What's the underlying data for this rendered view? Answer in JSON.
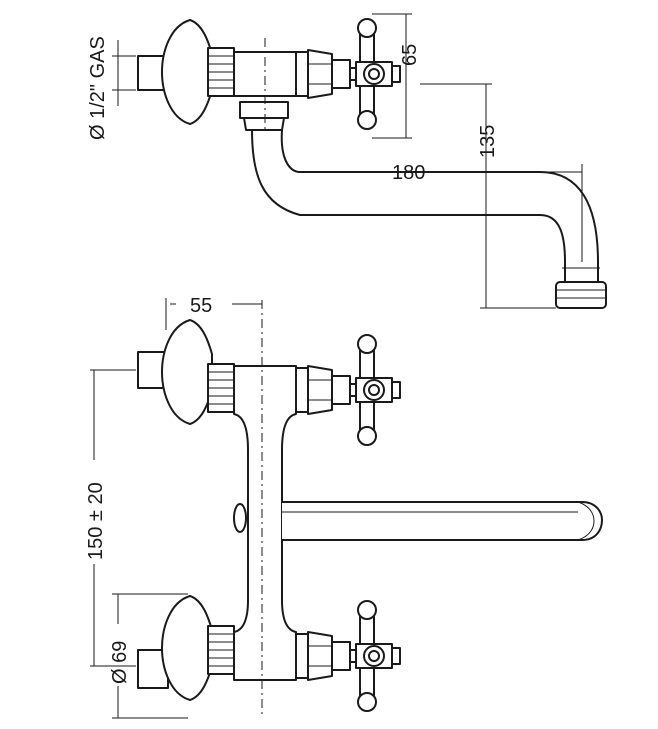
{
  "dimensions": {
    "pipe_thread": "Ø 1/2\" GAS",
    "handle_height": "65",
    "spout_drop": "135",
    "spout_reach": "180",
    "wall_offset": "55",
    "center_distance": "150 ± 20",
    "flange_diameter": "Ø 69"
  }
}
